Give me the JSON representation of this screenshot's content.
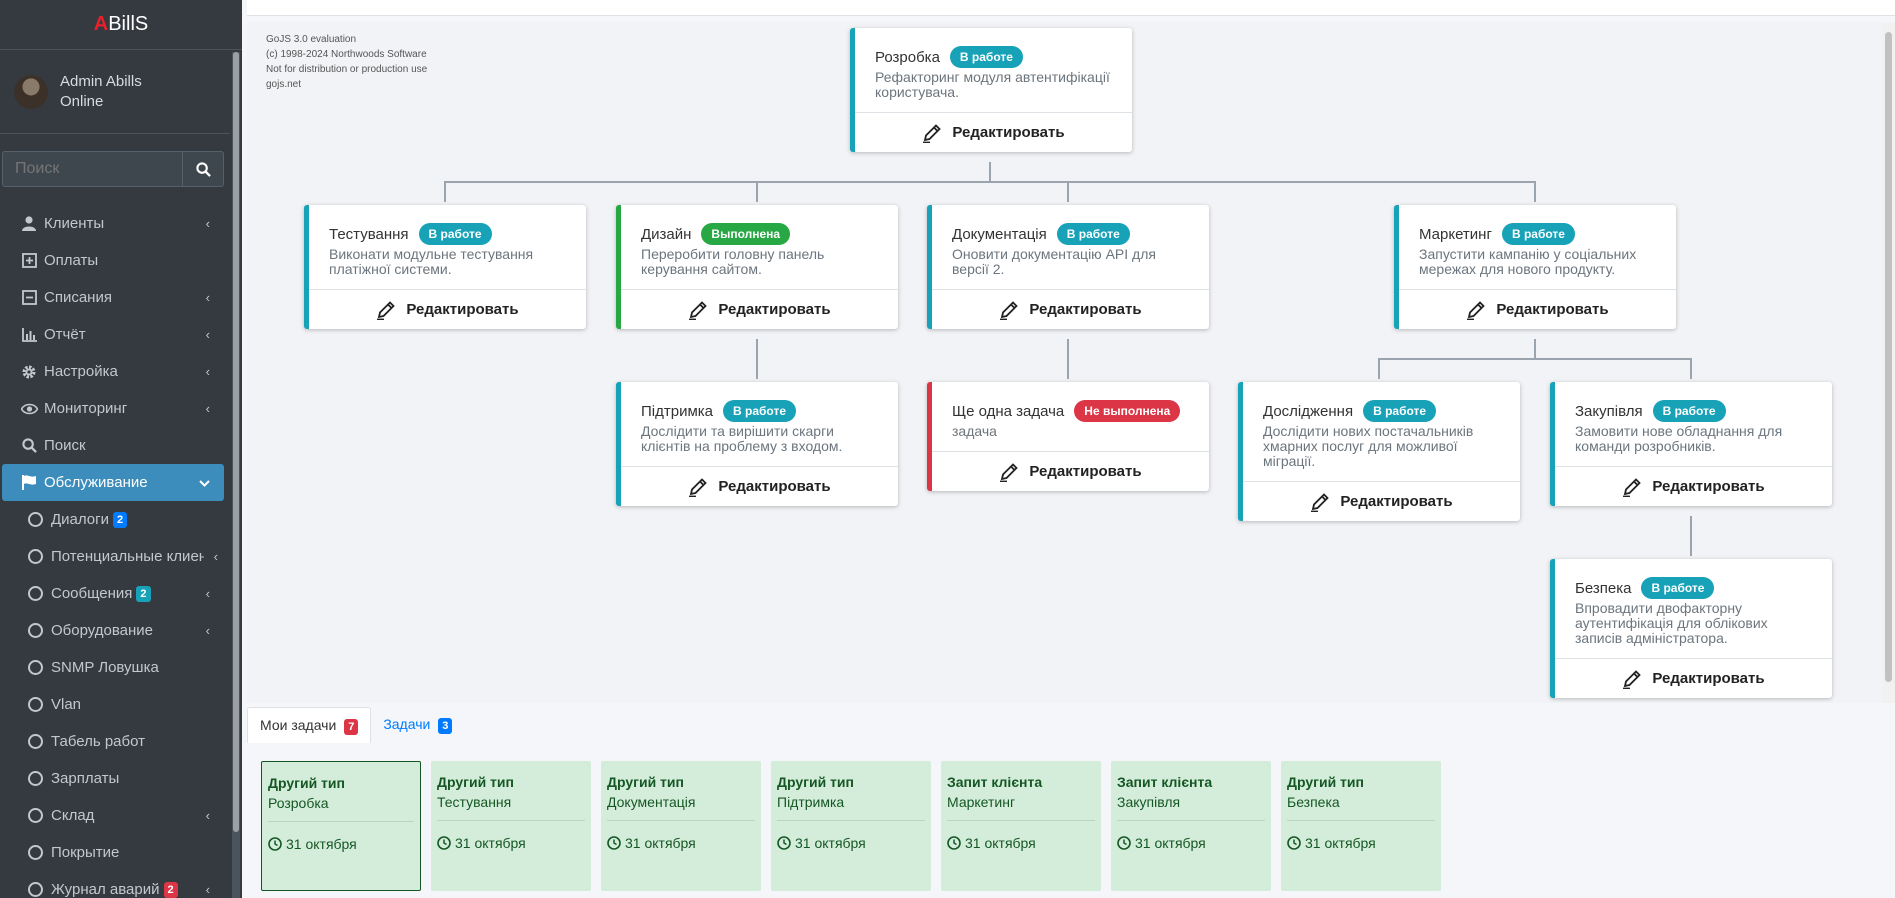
{
  "brand": {
    "first": "A",
    "rest": "BillS"
  },
  "user": {
    "name": "Admin Abills",
    "status": "Online"
  },
  "search": {
    "placeholder": "Поиск"
  },
  "menu": [
    {
      "label": "Клиенты",
      "icon": "user-icon",
      "arrow": "‹"
    },
    {
      "label": "Оплаты",
      "icon": "plus-square-icon",
      "arrow": ""
    },
    {
      "label": "Списания",
      "icon": "minus-square-icon",
      "arrow": "‹"
    },
    {
      "label": "Отчёт",
      "icon": "bar-chart-icon",
      "arrow": "‹"
    },
    {
      "label": "Настройка",
      "icon": "gear-icon",
      "arrow": "‹"
    },
    {
      "label": "Мониторинг",
      "icon": "eye-icon",
      "arrow": "‹"
    },
    {
      "label": "Поиск",
      "icon": "search-icon",
      "arrow": ""
    },
    {
      "label": "Обслуживание",
      "icon": "flag-icon",
      "arrow": "⌄"
    }
  ],
  "submenu": [
    {
      "label": "Диалоги",
      "badge": "2",
      "badge_color": "#007bff",
      "arrow": ""
    },
    {
      "label": "Потенциальные клиенты",
      "badge": "",
      "arrow": "‹"
    },
    {
      "label": "Сообщения",
      "badge": "2",
      "badge_color": "#17a2b8",
      "arrow": "‹"
    },
    {
      "label": "Оборудование",
      "badge": "",
      "arrow": "‹"
    },
    {
      "label": "SNMP Ловушка",
      "badge": "",
      "arrow": ""
    },
    {
      "label": "Vlan",
      "badge": "",
      "arrow": ""
    },
    {
      "label": "Табель работ",
      "badge": "",
      "arrow": ""
    },
    {
      "label": "Зарплаты",
      "badge": "",
      "arrow": ""
    },
    {
      "label": "Склад",
      "badge": "",
      "arrow": "‹"
    },
    {
      "label": "Покрытие",
      "badge": "",
      "arrow": ""
    },
    {
      "label": "Журнал аварий",
      "badge": "2",
      "badge_color": "#dc3545",
      "arrow": "‹"
    }
  ],
  "watermark": [
    "GoJS 3.0 evaluation",
    "(c) 1998-2024 Northwoods Software",
    "Not for distribution or production use",
    "gojs.net"
  ],
  "edit_label": "Редактировать",
  "nodes": [
    {
      "title": "Розробка",
      "status": "В работе",
      "desc": "Рефакторинг модуля автентифікації користувача."
    },
    {
      "title": "Тестування",
      "status": "В работе",
      "desc": "Виконати модульне тестування платіжної системи."
    },
    {
      "title": "Дизайн",
      "status": "Выполнена",
      "desc": "Переробити головну панель керування сайтом."
    },
    {
      "title": "Документація",
      "status": "В работе",
      "desc": "Оновити документацію API для версії 2."
    },
    {
      "title": "Маркетинг",
      "status": "В работе",
      "desc": "Запустити кампанію у соціальних мережах для нового продукту."
    },
    {
      "title": "Підтримка",
      "status": "В работе",
      "desc": "Дослідити та вирішити скарги клієнтів на проблему з входом."
    },
    {
      "title": "Ще одна задача",
      "status": "Не выполнена",
      "desc": "задача"
    },
    {
      "title": "Дослідження",
      "status": "В работе",
      "desc": "Дослідити нових постачальників хмарних послуг для можливої міграції."
    },
    {
      "title": "Закупівля",
      "status": "В работе",
      "desc": "Замовити нове обладнання для команди розробників."
    },
    {
      "title": "Безпека",
      "status": "В работе",
      "desc": "Впровадити двофакторну аутентифікація для облікових записів адміністратора."
    }
  ],
  "tabs": [
    {
      "label": "Мои задачи",
      "badge": "7"
    },
    {
      "label": "Задачи",
      "badge": "3"
    }
  ],
  "tasks": [
    {
      "type": "Другий тип",
      "name": "Розробка",
      "date": "31 октября"
    },
    {
      "type": "Другий тип",
      "name": "Тестування",
      "date": "31 октября"
    },
    {
      "type": "Другий тип",
      "name": "Документація",
      "date": "31 октября"
    },
    {
      "type": "Другий тип",
      "name": "Підтримка",
      "date": "31 октября"
    },
    {
      "type": "Запит клієнта",
      "name": "Маркетинг",
      "date": "31 октября"
    },
    {
      "type": "Запит клієнта",
      "name": "Закупівля",
      "date": "31 октября"
    },
    {
      "type": "Другий тип",
      "name": "Безпека",
      "date": "31 октября"
    }
  ],
  "colors": {
    "sidebar": "#343a40",
    "active": "#3c8dbc",
    "teal": "#17a2b8",
    "green": "#28a745",
    "red": "#dc3545",
    "task_bg": "#d4edda"
  }
}
